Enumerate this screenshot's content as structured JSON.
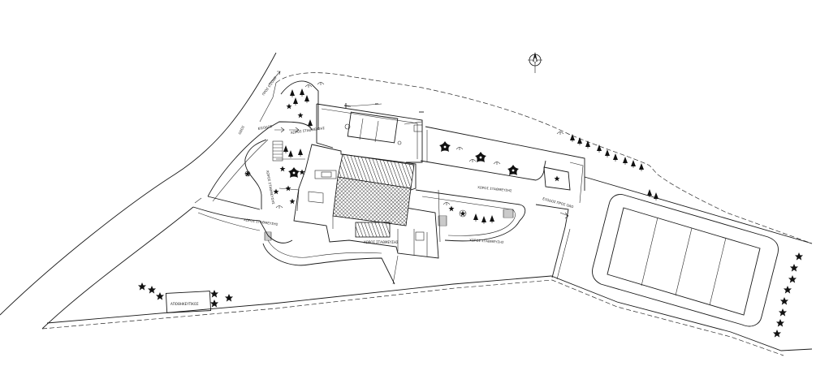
{
  "north_arrow": {
    "icon": "north-arrow-icon"
  },
  "labels": {
    "road": "ΟΔΟΣ",
    "road_entry": "ΠΡΟΣ ΕΙΣΟΔΟ",
    "parking_top": "ΧΩΡΟΣ ΣΤΑΘΜΕΥΣΗΣ",
    "entry_left": "ΕΙΣΟΔΟΣ",
    "parking_left": "ΧΩΡΟΣ ΣΤΑΘΜΕΥΣΗΣ",
    "parking_mid": "ΧΩΡΟΣ ΣΤΑΘΜΕΥΣΗΣ",
    "parking_lower": "ΧΩΡΟΣ ΣΤΑΘΜΕΥΣΗΣ",
    "parking_right": "ΧΩΡΟΣ ΣΤΑΘΜΕΥΣΗΣ",
    "parking_right_low": "ΧΩΡΟΣ ΣΤΑΘΜΕΥΣΗΣ",
    "exit_right": "ΕΞΟΔΟΣ ΠΡΟΣ ΟΔΟ",
    "storage_shed": "ΑΠΟΘΗΚΕΥΤΙΚΟΣ"
  }
}
